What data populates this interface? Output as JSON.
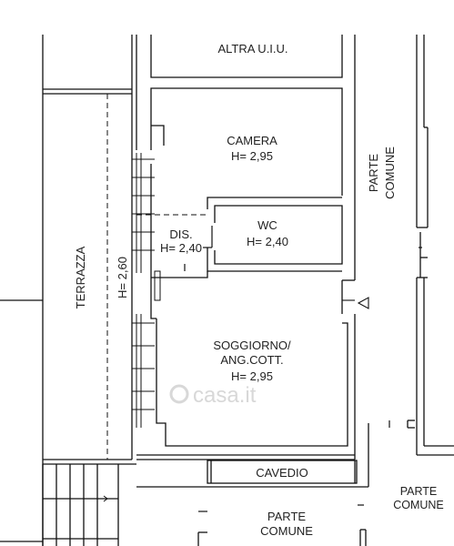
{
  "rooms": {
    "altra": {
      "name": "ALTRA U.I.U."
    },
    "camera": {
      "name": "CAMERA",
      "height": "H= 2,95"
    },
    "dis": {
      "name": "DIS.",
      "height": "H= 2,40"
    },
    "wc": {
      "name": "WC",
      "height": "H= 2,40"
    },
    "soggiorno": {
      "name_line1": "SOGGIORNO/",
      "name_line2": "ANG.COTT.",
      "height": "H= 2,95"
    },
    "terrazza": {
      "name": "TERRAZZA",
      "height": "H= 2,60"
    },
    "cavedio": {
      "name": "CAVEDIO"
    },
    "parte_comune_right": {
      "line1": "PARTE",
      "line2": "COMUNE"
    },
    "parte_comune_bottom_right": {
      "line1": "PARTE",
      "line2": "COMUNE"
    },
    "parte_comune_bottom": {
      "line1": "PARTE",
      "line2": "COMUNE"
    }
  },
  "watermark": {
    "text": "casa.it"
  },
  "colors": {
    "line": "#111111",
    "text": "#222222",
    "watermark": "#d8d8d8"
  }
}
